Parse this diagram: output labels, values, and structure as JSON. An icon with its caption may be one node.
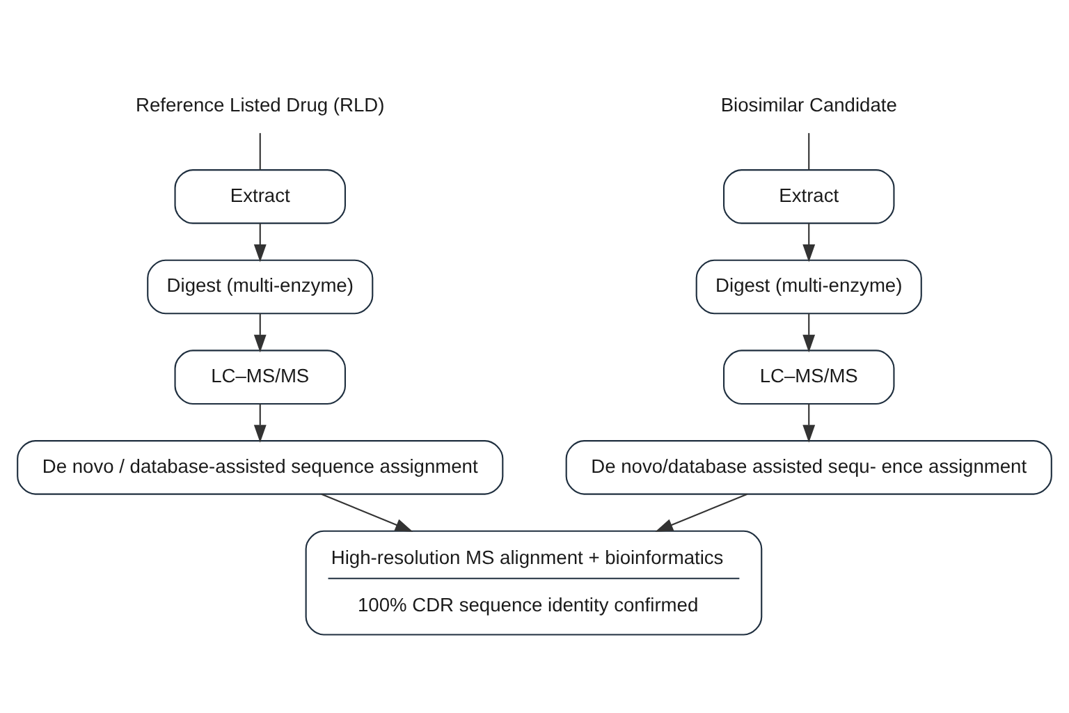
{
  "diagram": {
    "nodes": [
      {
        "text": [
          "Reference Listed Drug (RLD)"
        ]
      },
      {
        "text": [
          "Extract"
        ]
      },
      {
        "text": [
          "Digest (multi-enzyme)"
        ]
      },
      {
        "text": [
          "LC–MS/MS"
        ]
      },
      {
        "text": [
          "De novo / database-assisted sequence assignment"
        ]
      },
      {
        "text": [
          "Biosimilar Candidate"
        ]
      },
      {
        "text": [
          "Extract"
        ]
      },
      {
        "text": [
          "Digest (multi-enzyme)"
        ]
      },
      {
        "text": [
          "LC–MS/MS"
        ]
      },
      {
        "text": [
          "De novo/database assisted sequ- ence assignment"
        ]
      },
      {
        "text": [
          "High-resolution MS alignment + bioinformatics",
          "100% CDR sequence identity confirmed"
        ]
      }
    ],
    "edges": [
      {
        "from": 0,
        "to": 1,
        "arrow": "none"
      },
      {
        "from": 1,
        "to": 2,
        "arrow": "to"
      },
      {
        "from": 2,
        "to": 3,
        "arrow": "to"
      },
      {
        "from": 3,
        "to": 4,
        "arrow": "to"
      },
      {
        "from": 5,
        "to": 6,
        "arrow": "none"
      },
      {
        "from": 6,
        "to": 7,
        "arrow": "to"
      },
      {
        "from": 7,
        "to": 8,
        "arrow": "to"
      },
      {
        "from": 8,
        "to": 9,
        "arrow": "to"
      },
      {
        "from": 4,
        "to": 10,
        "arrow": "to"
      },
      {
        "from": 9,
        "to": 10,
        "arrow": "to"
      }
    ]
  }
}
